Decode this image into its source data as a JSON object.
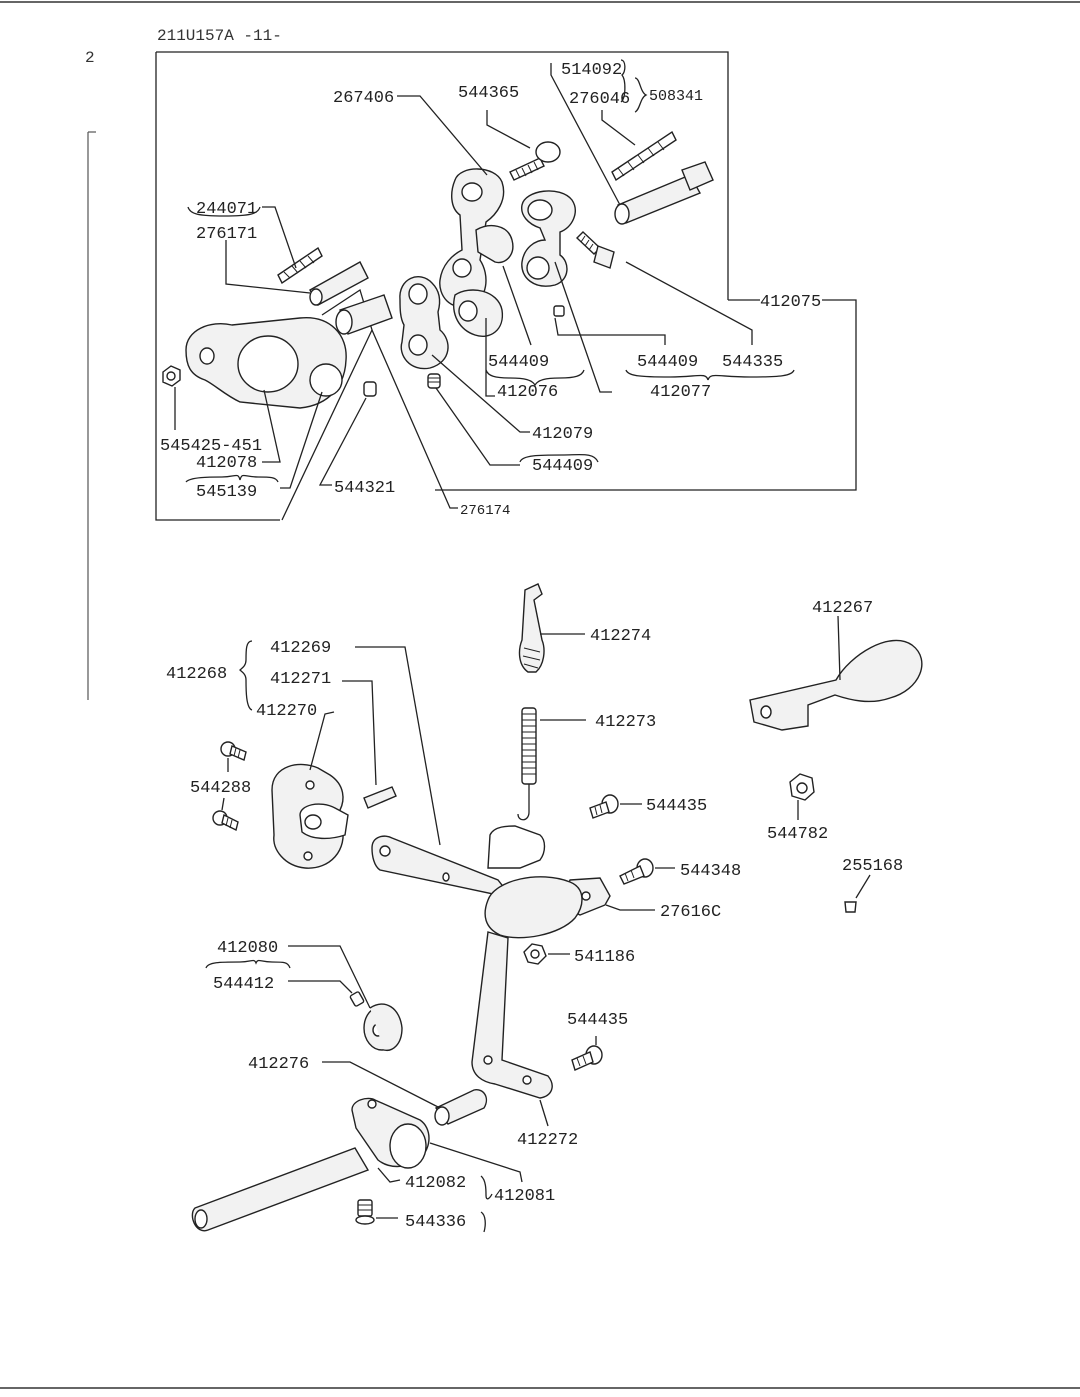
{
  "header": {
    "doc_code": "211U157A -11-",
    "page_number": "2"
  },
  "labels": {
    "p267406": "267406",
    "p544365": "544365",
    "p514092": "514092",
    "p276046": "276046",
    "p508341": "508341",
    "p244071": "244071",
    "p276171": "276171",
    "p412075": "412075",
    "p544409a": "544409",
    "p412076": "412076",
    "p544409b": "544409",
    "p544335": "544335",
    "p412077": "412077",
    "p412079": "412079",
    "p544409c": "544409",
    "p545425": "545425-451",
    "p412078": "412078",
    "p545139": "545139",
    "p544321": "544321",
    "p276174": "276174",
    "p412274": "412274",
    "p412267": "412267",
    "p412268": "412268",
    "p412269": "412269",
    "p412271": "412271",
    "p412270": "412270",
    "p412273": "412273",
    "p544288": "544288",
    "p544435a": "544435",
    "p544782": "544782",
    "p544348": "544348",
    "p255168": "255168",
    "p276160": "27616C",
    "p412080": "412080",
    "p544412": "544412",
    "p541186": "541186",
    "p544435b": "544435",
    "p412276": "412276",
    "p412272": "412272",
    "p412082": "412082",
    "p412081": "412081",
    "p544336": "544336"
  }
}
